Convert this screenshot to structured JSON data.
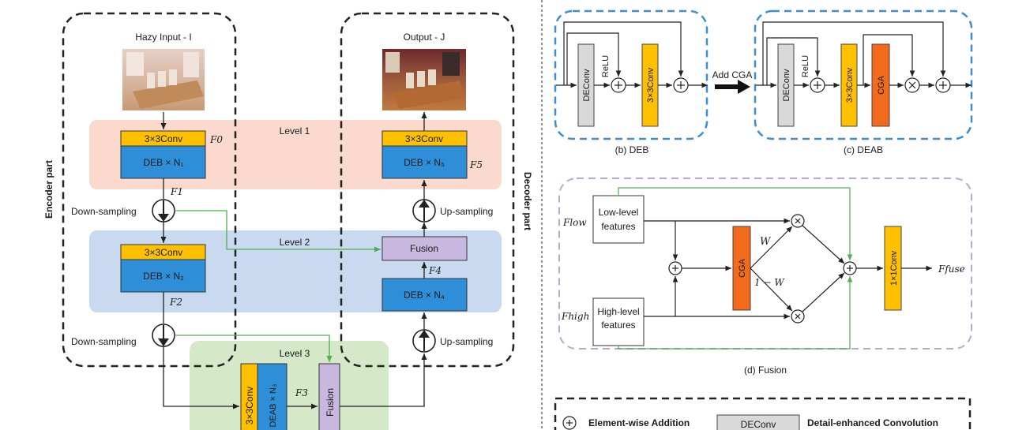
{
  "left": {
    "hazy_input": "Hazy Input - I",
    "output": "Output - J",
    "encoder_part": "Encoder part",
    "decoder_part": "Decoder part",
    "level1": "Level 1",
    "level2": "Level 2",
    "level3": "Level 3",
    "conv3x3": "3×3Conv",
    "deb_n1": "DEB × N₁",
    "deb_n2": "DEB × N₂",
    "deb_n5": "DEB × N₅",
    "deb_n4": "DEB × N₄",
    "deab_n3": "DEAB × N₃",
    "fusion": "Fusion",
    "down_sampling": "Down-sampling",
    "up_sampling": "Up-sampling",
    "f0": "F0",
    "f1": "F1",
    "f2": "F2",
    "f3": "F3",
    "f4": "F4",
    "f5": "F5"
  },
  "deb": {
    "caption": "(b) DEB",
    "deconv": "DEConv",
    "relu": "ReLU",
    "conv": "3×3Conv",
    "add_cga": "Add CGA"
  },
  "deab": {
    "caption": "(c) DEAB",
    "deconv": "DEConv",
    "relu": "ReLU",
    "conv": "3×3Conv",
    "cga": "CGA"
  },
  "fusion": {
    "caption": "(d) Fusion",
    "f_low": "Flow",
    "f_high": "Fhigh",
    "low_feat_1": "Low-level",
    "low_feat_2": "features",
    "high_feat_1": "High-level",
    "high_feat_2": "features",
    "cga": "CGA",
    "w": "W",
    "one_minus_w": "1 − W",
    "conv1x1": "1×1Conv",
    "f_fuse": "Ffuse"
  },
  "legend": {
    "elem_add": "Element-wise Addition",
    "deconv": "DEConv",
    "deconv_desc": "Detail-enhanced Convolution"
  },
  "colors": {
    "conv_yellow": "#FFC000",
    "deb_blue": "#2E8FD8",
    "fusion_purple": "#C8B8E0",
    "cga_orange": "#F26A1B",
    "deconv_gray": "#D9D9D9",
    "level1_bg": "#FBD9CC",
    "level2_bg": "#C9DAF0",
    "level3_bg": "#D5E8C8",
    "green_line": "#4CAF50",
    "deb_dash": "#3B8FD0",
    "fusion_dash": "#B4AAD8"
  },
  "icons": [
    "plus-icon",
    "times-icon",
    "down-sampling-icon",
    "up-sampling-icon"
  ]
}
